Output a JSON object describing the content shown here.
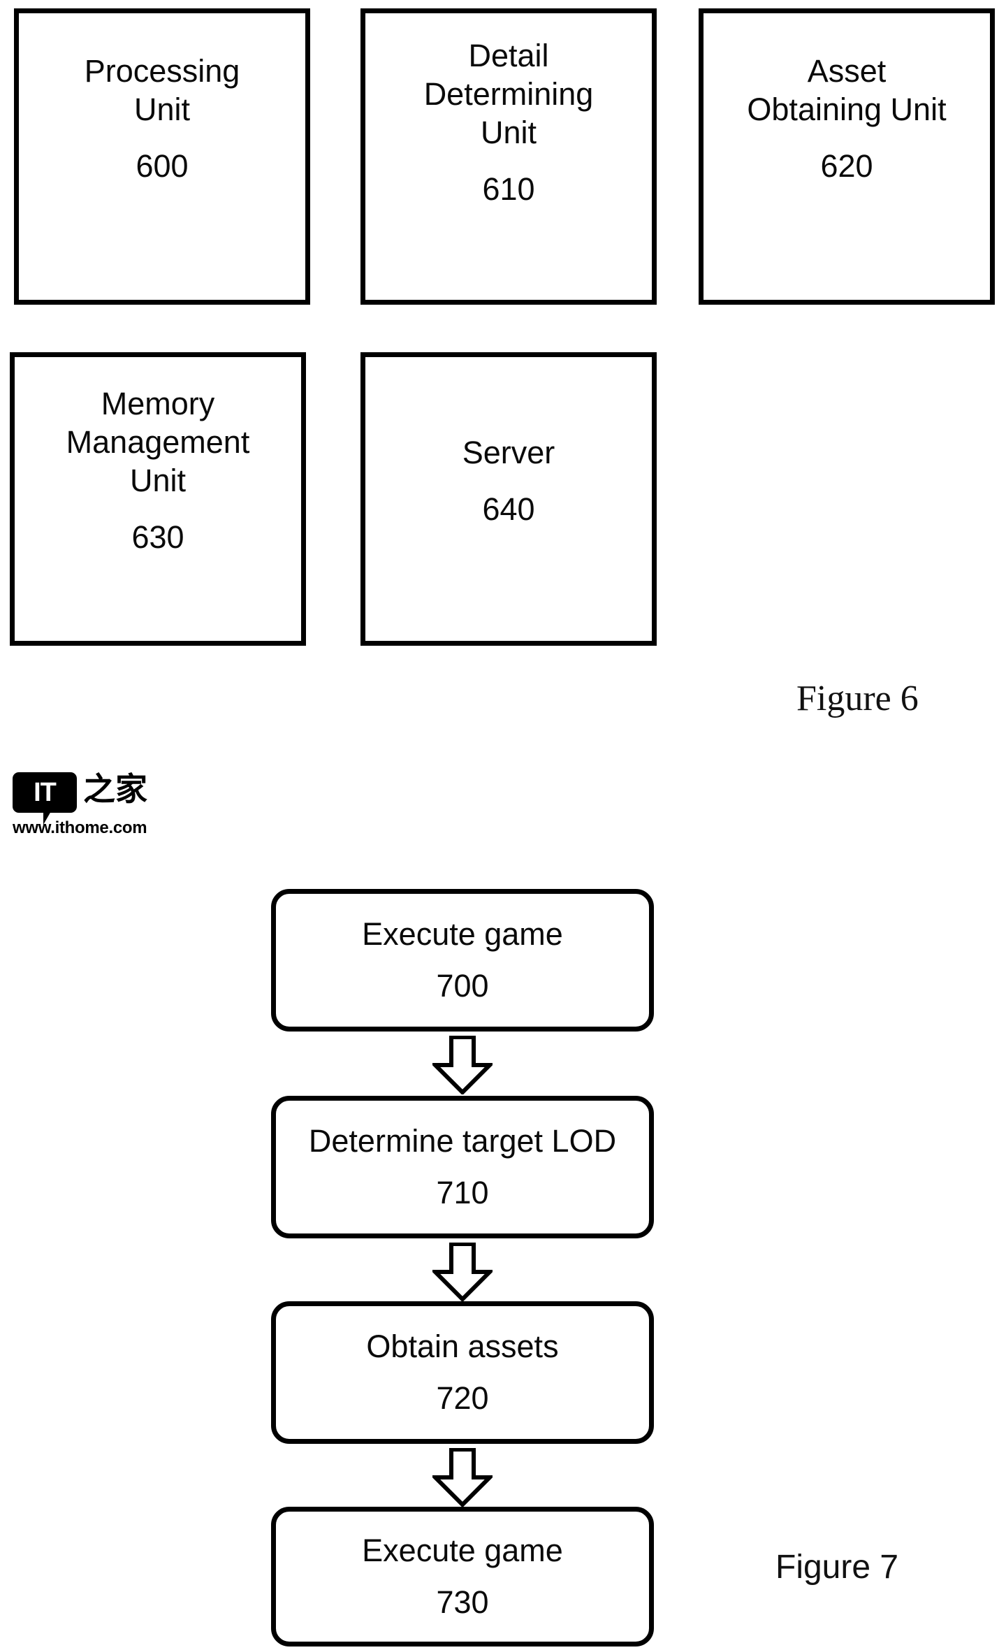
{
  "figure6": {
    "caption": "Figure 6",
    "units": [
      {
        "id": "600",
        "title": "Processing\nUnit",
        "number": "600"
      },
      {
        "id": "610",
        "title": "Detail\nDetermining\nUnit",
        "number": "610"
      },
      {
        "id": "620",
        "title": "Asset\nObtaining Unit",
        "number": "620"
      },
      {
        "id": "630",
        "title": "Memory\nManagement\nUnit",
        "number": "630"
      },
      {
        "id": "640",
        "title": "Server",
        "number": "640"
      }
    ]
  },
  "watermark": {
    "badge_text": "IT",
    "cjk_text": "之家",
    "url": "www.ithome.com"
  },
  "figure7": {
    "caption": "Figure 7",
    "steps": [
      {
        "id": "700",
        "label": "Execute game",
        "number": "700"
      },
      {
        "id": "710",
        "label": "Determine target LOD",
        "number": "710"
      },
      {
        "id": "720",
        "label": "Obtain assets",
        "number": "720"
      },
      {
        "id": "730",
        "label": "Execute game",
        "number": "730"
      }
    ],
    "connectors": [
      {
        "from": "700",
        "to": "710",
        "kind": "down-block-arrow"
      },
      {
        "from": "710",
        "to": "720",
        "kind": "down-block-arrow"
      },
      {
        "from": "720",
        "to": "730",
        "kind": "down-block-arrow"
      }
    ]
  },
  "colors": {
    "stroke": "#000000",
    "background": "#ffffff",
    "text": "#0a0a0a"
  }
}
